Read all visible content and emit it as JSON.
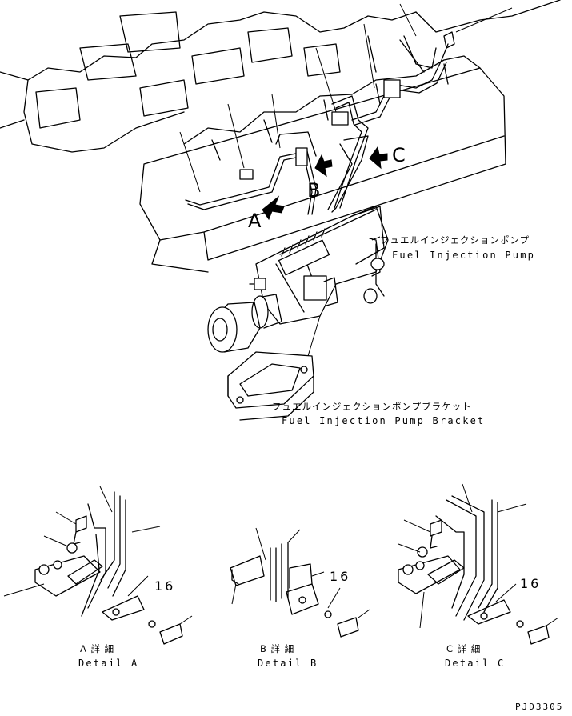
{
  "callouts": {
    "a": "A",
    "b": "B",
    "c": "C"
  },
  "parts": {
    "pump_jp": "フュエルインジェクションポンプ",
    "pump_en": "Fuel Injection Pump",
    "bracket_jp": "フュエルインジェクションポンプブラケット",
    "bracket_en": "Fuel Injection Pump Bracket"
  },
  "details": [
    {
      "jp": "A 詳 細",
      "en": "Detail A",
      "num": ""
    },
    {
      "jp": "B 詳 細",
      "en": "Detail B",
      "num": "16"
    },
    {
      "jp": "C 詳 細",
      "en": "Detail C",
      "num": "16"
    }
  ],
  "detail_a_num": "16",
  "drawing_code": "PJD3305"
}
